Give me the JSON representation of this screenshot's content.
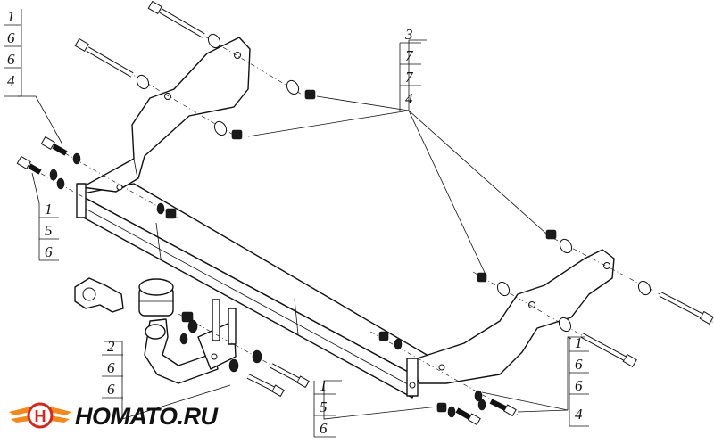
{
  "callouts": {
    "top_left": [
      "1",
      "6",
      "6",
      "4"
    ],
    "left_mid": [
      "1",
      "5",
      "6"
    ],
    "top_center": [
      "3",
      "7",
      "7",
      "4"
    ],
    "ball": [
      "2",
      "6",
      "6"
    ],
    "bottom_center": [
      "1",
      "5",
      "6"
    ],
    "right": [
      "1",
      "6",
      "6",
      "4"
    ]
  },
  "logo": {
    "text": "HOMATO.RU",
    "colors": {
      "orange": "#f08a1c",
      "red": "#d7261e",
      "ink": "#111111"
    }
  }
}
